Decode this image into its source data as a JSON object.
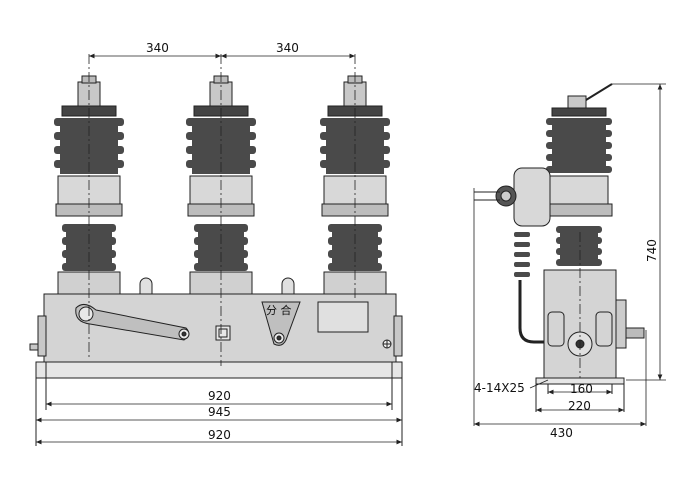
{
  "dimensions": {
    "pole_spacing_left": "340",
    "pole_spacing_right": "340",
    "base_width": "920",
    "mount_width": "945",
    "overall_width": "920",
    "height": "740",
    "side_hole_spacing": "160",
    "side_frame_width": "220",
    "side_overall_width": "430"
  },
  "labels": {
    "mount_holes": "4-14X25",
    "open_close_sign": "分 合"
  },
  "colors": {
    "insulator": "#4a4a4a",
    "housing": "#d4d4d4",
    "line": "#222222"
  }
}
